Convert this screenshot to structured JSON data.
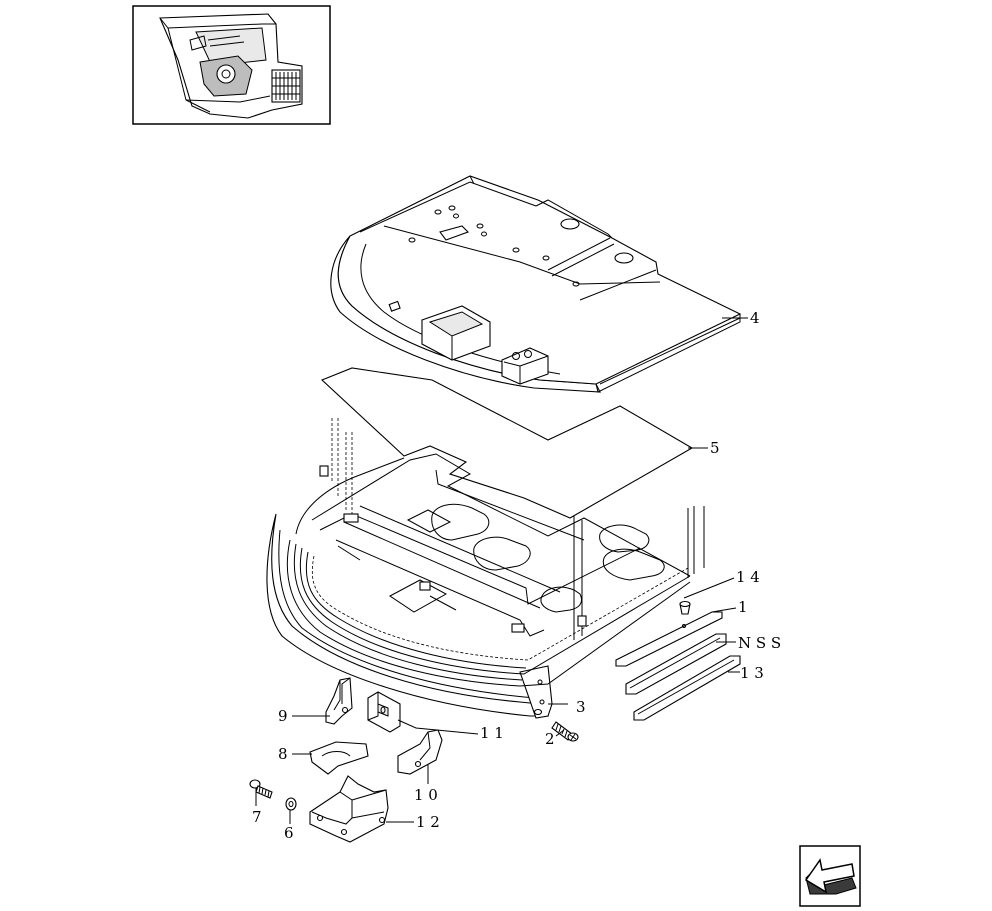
{
  "callouts": {
    "c4": "4",
    "c5": "5",
    "c14": "1 4",
    "c1": "1",
    "cnss": "N S S",
    "c13": "1 3",
    "c3": "3",
    "c2": "2",
    "c11": "1 1",
    "c9": "9",
    "c8": "8",
    "c10": "1 0",
    "c7": "7",
    "c6": "6",
    "c12": "1 2"
  },
  "icons": {
    "navigation": "arrow-back-icon",
    "thumbnail": "cab-locator-thumbnail"
  }
}
